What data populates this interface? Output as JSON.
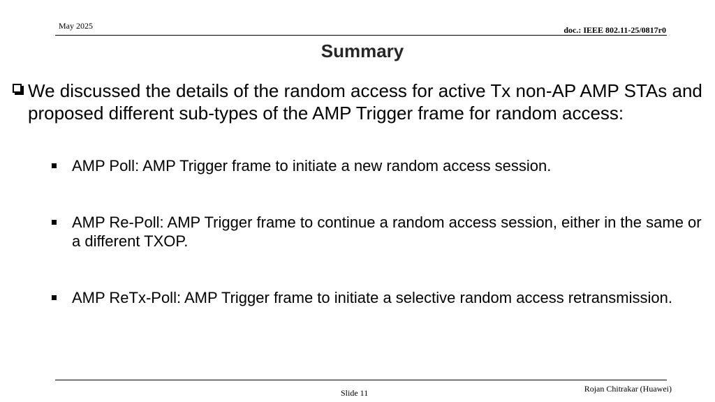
{
  "header": {
    "date": "May 2025",
    "doc_id": "doc.: IEEE 802.11-25/0817r0"
  },
  "slide": {
    "title": "Summary",
    "main_bullet": "We discussed the details of the random access for active Tx non-AP AMP STAs and proposed different sub-types of the AMP Trigger frame for random access:",
    "sub_bullets": [
      "AMP Poll: AMP Trigger frame to initiate a new random access session.",
      "AMP Re-Poll: AMP Trigger frame to continue a random access session, either in the same or a different TXOP.",
      "AMP ReTx-Poll: AMP Trigger frame to initiate a selective random access retransmission."
    ]
  },
  "footer": {
    "slide_number": "Slide 11",
    "author": "Rojan Chitrakar (Huawei)"
  }
}
